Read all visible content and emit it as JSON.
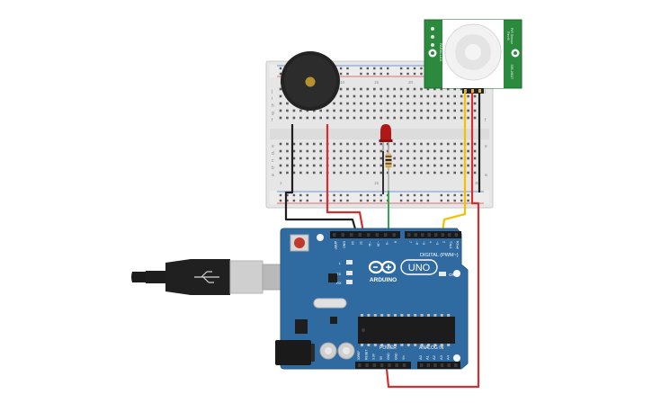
{
  "colors": {
    "background": "#ffffff",
    "breadboard": "#e6e6e6",
    "board": "#2f6aa0",
    "sensor_pcb": "#2b8a3e",
    "wire_black": "#1f1f1f",
    "wire_red": "#d32f2f",
    "wire_yellow": "#f2c200",
    "wire_green": "#2fa84f",
    "led": "#b01818"
  },
  "breadboard": {
    "row_letters_top": [
      "j",
      "i",
      "h",
      "g",
      "f"
    ],
    "row_letters_bottom": [
      "e",
      "d",
      "c",
      "b",
      "a"
    ],
    "column_numbers": [
      "1",
      "5",
      "10",
      "15",
      "20",
      "25",
      "30"
    ]
  },
  "pir_sensor": {
    "label_left": "PARALLAX",
    "label_right_1": "PIR Sensor",
    "label_right_2": "Rev B",
    "label_part": "555-28027"
  },
  "arduino": {
    "brand": "ARDUINO",
    "model": "UNO",
    "digital_label": "DIGITAL (PWM~)",
    "power_label": "POWER",
    "analog_label": "ANALOG IN",
    "on_label": "ON",
    "header_top": [
      "AREF",
      "GND",
      "13",
      "12",
      "~11",
      "~10",
      "~9",
      "8",
      "7",
      "~6",
      "~5",
      "4",
      "~3",
      "2",
      "TX▸1",
      "RX◂0"
    ],
    "header_power": [
      "IOREF",
      "RESET",
      "3.3V",
      "5V",
      "GND",
      "GND",
      "Vin"
    ],
    "header_analog": [
      "A0",
      "A1",
      "A2",
      "A3",
      "A4",
      "A5"
    ],
    "led_labels": [
      "L",
      "TX",
      "RX"
    ]
  }
}
